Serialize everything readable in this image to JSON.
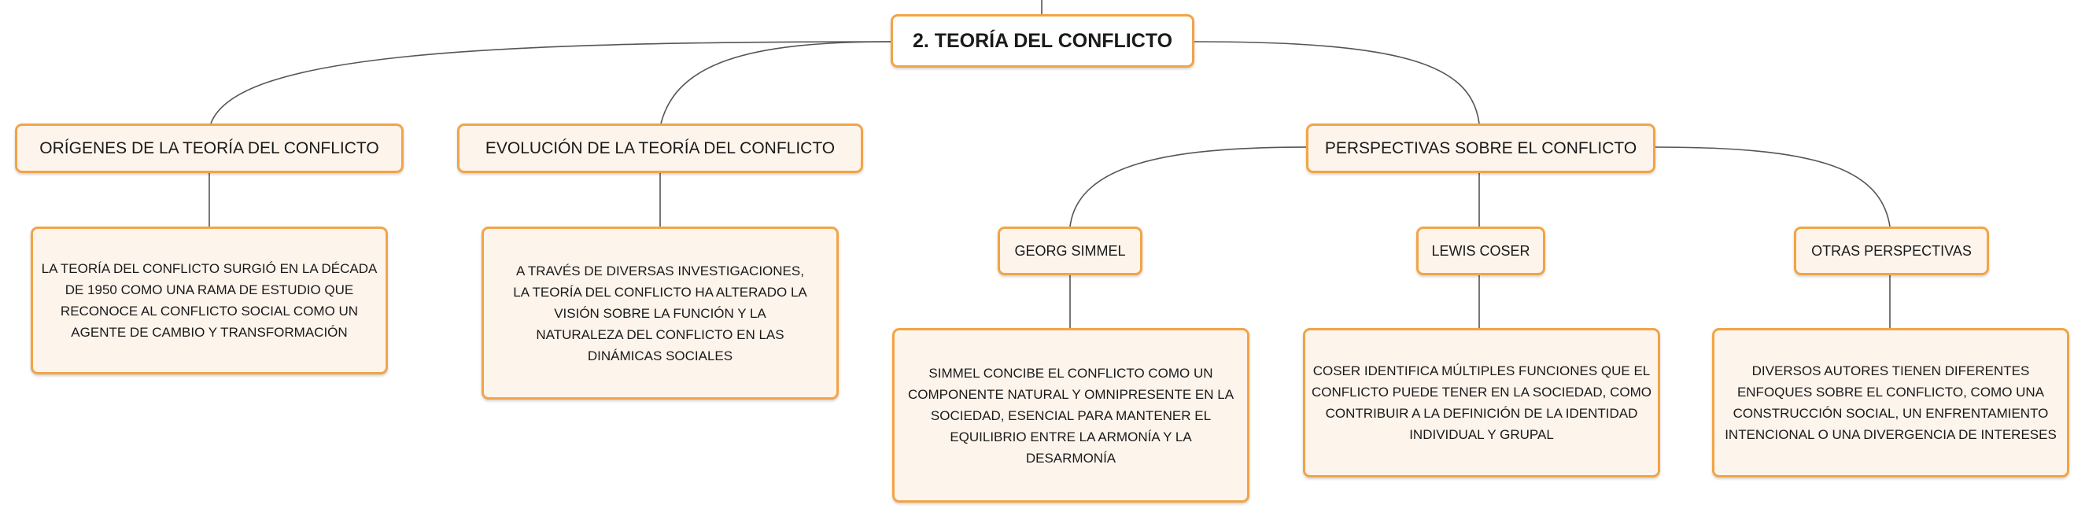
{
  "colors": {
    "border": "#f2a446",
    "fill": "#fdf4ec",
    "root_fill": "#ffffff",
    "line": "#555555"
  },
  "root": {
    "label": "2. TEORÍA DEL CONFLICTO"
  },
  "branches": {
    "origenes": {
      "label": "ORÍGENES DE LA TEORÍA DEL CONFLICTO",
      "note": "LA TEORÍA DEL CONFLICTO SURGIÓ EN LA DÉCADA DE 1950 COMO UNA RAMA DE ESTUDIO QUE RECONOCE AL CONFLICTO SOCIAL COMO UN AGENTE DE CAMBIO Y TRANSFORMACIÓN"
    },
    "evolucion": {
      "label": "EVOLUCIÓN DE LA TEORÍA DEL CONFLICTO",
      "note": "A TRAVÉS DE DIVERSAS INVESTIGACIONES, LA TEORÍA DEL CONFLICTO HA ALTERADO LA VISIÓN SOBRE LA FUNCIÓN Y LA NATURALEZA DEL CONFLICTO EN LAS DINÁMICAS SOCIALES"
    },
    "perspectivas": {
      "label": "PERSPECTIVAS SOBRE EL CONFLICTO",
      "simmel": {
        "label": "GEORG SIMMEL",
        "note": "SIMMEL CONCIBE EL CONFLICTO COMO UN COMPONENTE NATURAL Y OMNIPRESENTE EN LA SOCIEDAD, ESENCIAL PARA MANTENER EL EQUILIBRIO ENTRE LA ARMONÍA Y LA DESARMONÍA"
      },
      "coser": {
        "label": "LEWIS COSER",
        "note": "COSER IDENTIFICA MÚLTIPLES FUNCIONES QUE EL CONFLICTO PUEDE TENER EN LA SOCIEDAD, COMO CONTRIBUIR A LA DEFINICIÓN DE LA IDENTIDAD INDIVIDUAL Y GRUPAL"
      },
      "otras": {
        "label": "OTRAS PERSPECTIVAS",
        "note": "DIVERSOS AUTORES TIENEN DIFERENTES ENFOQUES SOBRE EL CONFLICTO, COMO UNA CONSTRUCCIÓN SOCIAL, UN ENFRENTAMIENTO INTENCIONAL O UNA DIVERGENCIA DE INTERESES"
      }
    }
  }
}
